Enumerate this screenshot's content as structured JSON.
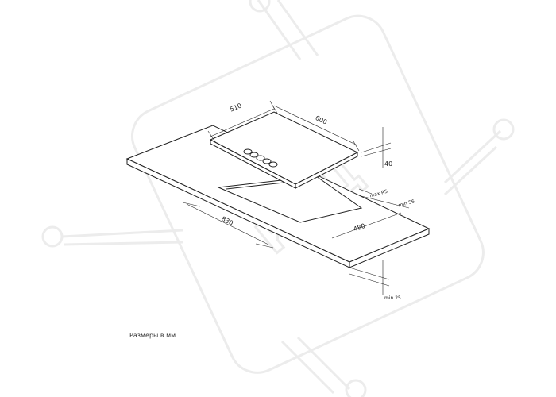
{
  "diagram": {
    "watermark_text": "КНЦ",
    "dimensions": {
      "hob_width": "510",
      "hob_length": "600",
      "hob_height": "40",
      "cutout_length": "830",
      "cutout_width": "480",
      "corner_radius": "max R5",
      "min_edge": "min 56",
      "min_thickness": "min 25"
    },
    "caption": "Размеры в мм"
  },
  "colors": {
    "line": "#222222",
    "watermark": "#ececec"
  },
  "icons": {
    "burner": "burner-knob-icon"
  }
}
